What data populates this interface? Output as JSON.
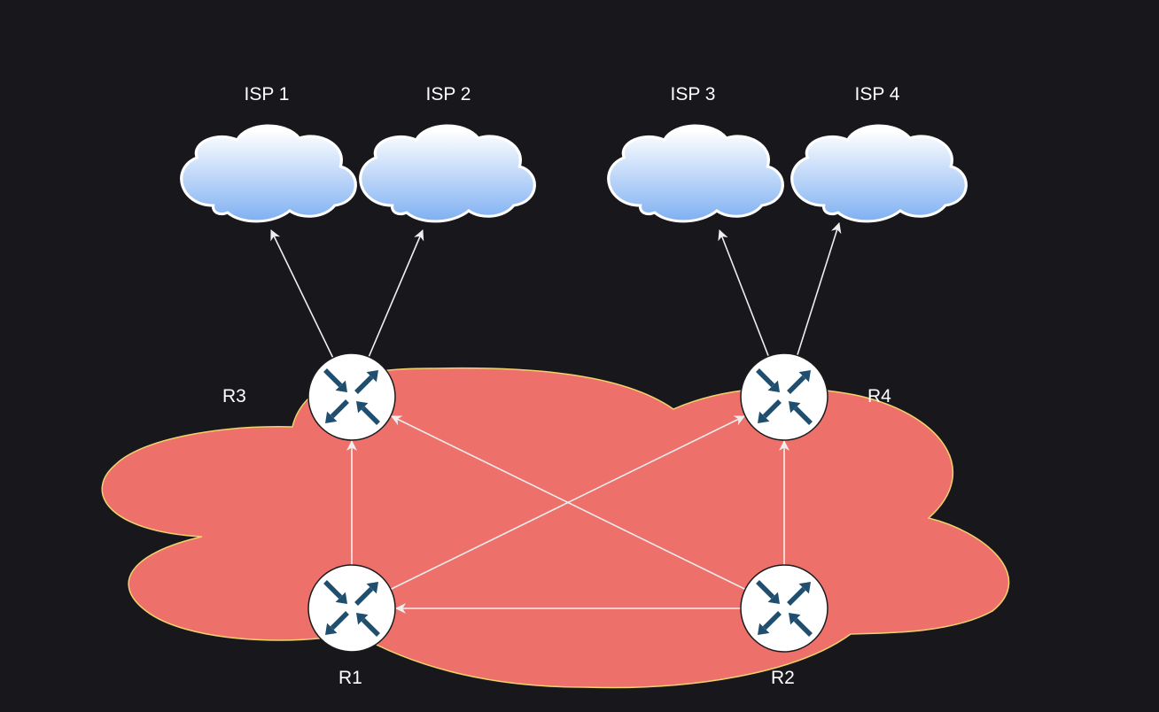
{
  "diagram": {
    "isps": [
      {
        "id": "isp1",
        "label": "ISP 1"
      },
      {
        "id": "isp2",
        "label": "ISP 2"
      },
      {
        "id": "isp3",
        "label": "ISP 3"
      },
      {
        "id": "isp4",
        "label": "ISP 4"
      }
    ],
    "routers": [
      {
        "id": "r3",
        "label": "R3"
      },
      {
        "id": "r4",
        "label": "R4"
      },
      {
        "id": "r1",
        "label": "R1"
      },
      {
        "id": "r2",
        "label": "R2"
      }
    ],
    "links": [
      {
        "from": "r3",
        "to": "isp1"
      },
      {
        "from": "r3",
        "to": "isp2"
      },
      {
        "from": "r4",
        "to": "isp3"
      },
      {
        "from": "r4",
        "to": "isp4"
      },
      {
        "from": "r1",
        "to": "r3"
      },
      {
        "from": "r1",
        "to": "r4"
      },
      {
        "from": "r2",
        "to": "r3"
      },
      {
        "from": "r2",
        "to": "r4"
      },
      {
        "from": "r2",
        "to": "r1"
      }
    ],
    "colors": {
      "background": "#18171c",
      "network_cloud": "#ed706a",
      "network_cloud_outline": "#f2d36b",
      "isp_cloud_top": "#ffffff",
      "isp_cloud_bottom": "#7fb0f2",
      "router_fill": "#ffffff",
      "router_arrows": "#1f4e6e",
      "link": "#eeeeee",
      "label": "#ffffff"
    }
  }
}
